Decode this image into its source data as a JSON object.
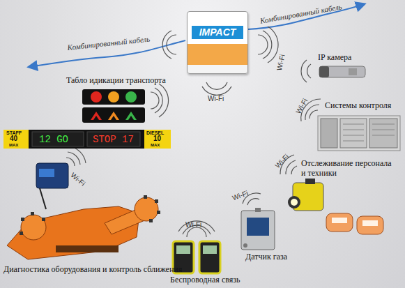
{
  "diagram": {
    "nodes": [
      {
        "text": [
          "IMPACT"
        ]
      }
    ],
    "labels": [
      "Комбинированный кабель",
      "Комбинированный кабель",
      "Табло идикации транспорта",
      "IP камера",
      "Системы контроля",
      "Отслеживание персонала и техники",
      "Датчик газа",
      "Беспроводная связь",
      "Диагностика оборудования и контроль сближения",
      "Wi-Fi",
      "Wi-Fi",
      "Wi-Fi",
      "Wi-Fi",
      "Wi-Fi",
      "Wi-Fi",
      "Wi-Fi",
      "STAFF",
      "40",
      "MAX",
      "12 GO",
      "STOP 17",
      "DIESEL",
      "10",
      "MAX"
    ]
  }
}
